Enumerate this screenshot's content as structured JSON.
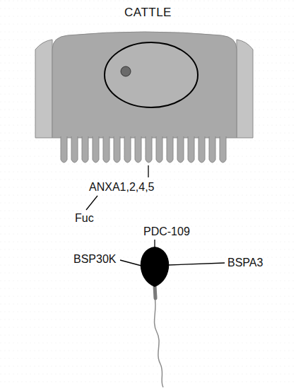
{
  "diagram": {
    "title": "CATTLE",
    "labels": [
      "ANXA1,2,4,5",
      "Fuc",
      "PDC-109",
      "BSP30K",
      "BSPA3"
    ]
  }
}
